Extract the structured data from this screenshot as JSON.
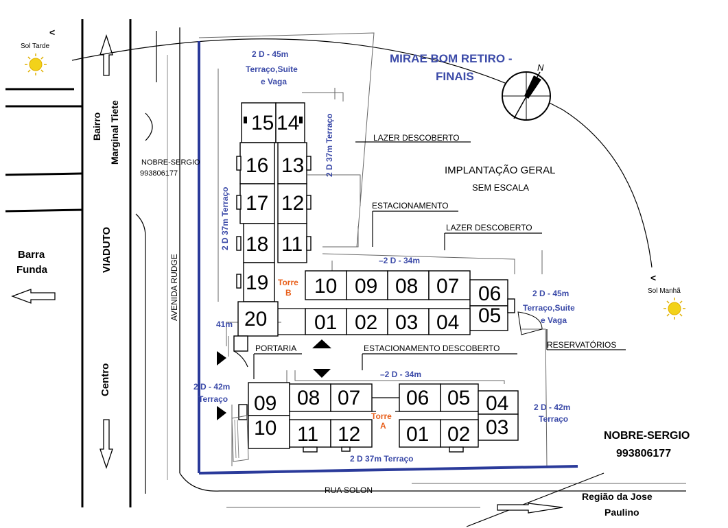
{
  "header": {
    "title_line1": "MIRAE BOM RETIRO -",
    "title_line2": "FINAIS",
    "plan_title": "IMPLANTAÇÃO GERAL",
    "plan_scale": "SEM ESCALA"
  },
  "compass": {
    "north": "N"
  },
  "labels": {
    "lazer_1": "LAZER DESCOBERTO",
    "estacionamento": "ESTACIONAMENTO",
    "lazer_2": "LAZER DESCOBERTO",
    "portaria": "PORTARIA",
    "estacionamento_descoberto": "ESTACIONAMENTO DESCOBERTO",
    "reservatorios": "RESERVATÓRIOS"
  },
  "typology": {
    "top_line1": "2 D - 45m",
    "top_line2": "Terraço,Suite",
    "top_line3": "e Vaga",
    "right_b": "2 D 37m  Terraço",
    "right_b_2": "",
    "left_b": "2 D 37m  Terraço",
    "mid_b": "–2 D - 34m",
    "east_line1": "2 D - 45m",
    "east_line2": "Terraço,Suite",
    "east_line3": "e Vaga",
    "corner_41": "41m",
    "mid_a": "–2 D - 34m",
    "west_a_line1": "2 D - 42m",
    "west_a_line2": "Terraço",
    "east_a_line1": "2 D - 42m",
    "east_a_line2": "Terraço",
    "south_a": "2 D 37m  Terraço"
  },
  "torre_b": {
    "label_line1": "Torre",
    "label_line2": "B",
    "units": {
      "01": "01",
      "02": "02",
      "03": "03",
      "04": "04",
      "05": "05",
      "06": "06",
      "07": "07",
      "08": "08",
      "09": "09",
      "10": "10",
      "11": "11",
      "12": "12",
      "13": "13",
      "14": "14",
      "15": "15",
      "16": "16",
      "17": "17",
      "18": "18",
      "19": "19",
      "20": "20"
    }
  },
  "torre_a": {
    "label_line1": "Torre",
    "label_line2": "A",
    "units": {
      "01": "01",
      "02": "02",
      "03": "03",
      "04": "04",
      "05": "05",
      "06": "06",
      "07": "07",
      "08": "08",
      "09": "09",
      "10": "10",
      "11": "11",
      "12": "12"
    }
  },
  "streets": {
    "bairro": "Bairro",
    "marginal": "Marginal Tiete",
    "viaduto": "VIADUTO",
    "centro": "Centro",
    "avenida_rudge": "AVENIDA RUDGE",
    "rua_solon": "RUA SOLON",
    "barra_line1": "Barra",
    "barra_line2": "Funda",
    "jose_line1": "Região da Jose",
    "jose_line2": "Paulino"
  },
  "sun": {
    "afternoon": "Sol Tarde",
    "morning": "Sol Manhã",
    "afternoon_marker": "<",
    "morning_marker": "<"
  },
  "contact": {
    "name": "NOBRE-SERGIO",
    "phone": "993806177"
  },
  "colors": {
    "typology_blue": "#3b4aa8",
    "tower_orange": "#e8601c",
    "boundary_blue": "#2a3a9a",
    "sun_yellow": "#f2d21a"
  }
}
